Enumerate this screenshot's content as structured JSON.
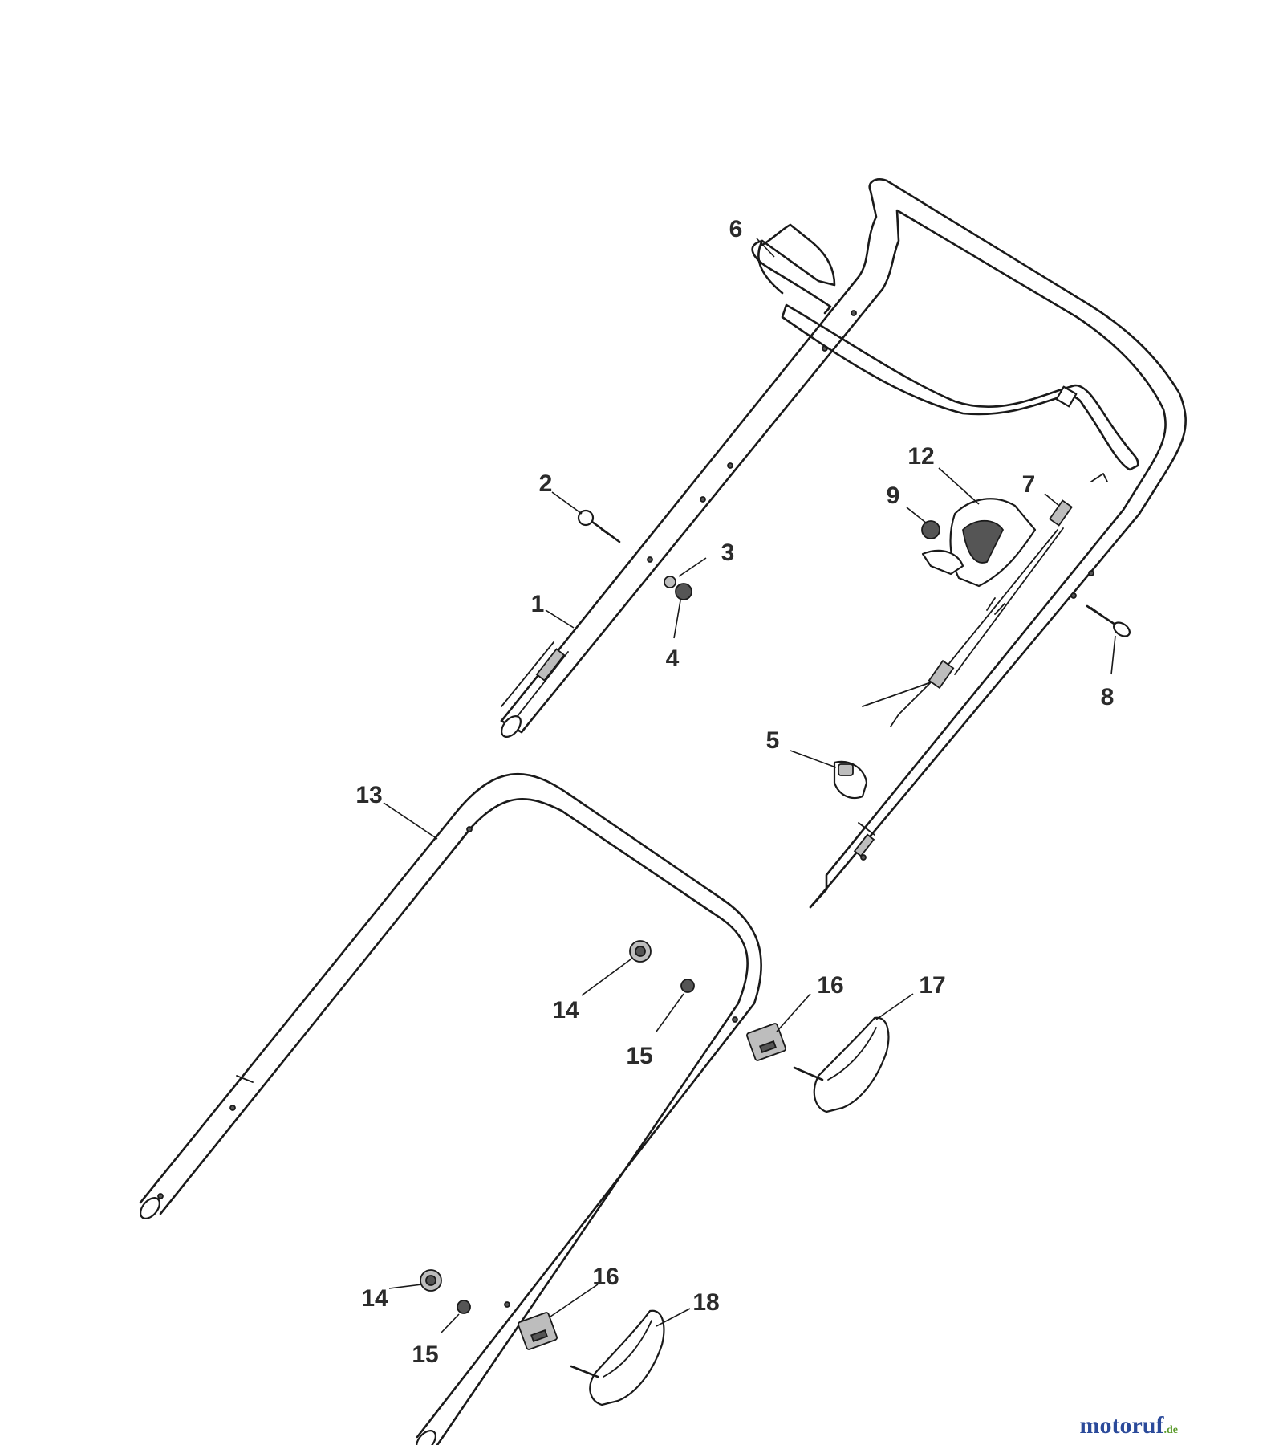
{
  "callouts": {
    "c1": "1",
    "c2": "2",
    "c3": "3",
    "c4": "4",
    "c5": "5",
    "c6": "6",
    "c7": "7",
    "c8": "8",
    "c9": "9",
    "c12": "12",
    "c13": "13",
    "c14a": "14",
    "c14b": "14",
    "c15a": "15",
    "c15b": "15",
    "c16a": "16",
    "c16b": "16",
    "c17": "17",
    "c18": "18"
  },
  "watermark": {
    "main": "motoruf",
    "suffix": ".de",
    "colors": {
      "blue": "#2b4a9a",
      "green": "#5a9a2a"
    }
  }
}
